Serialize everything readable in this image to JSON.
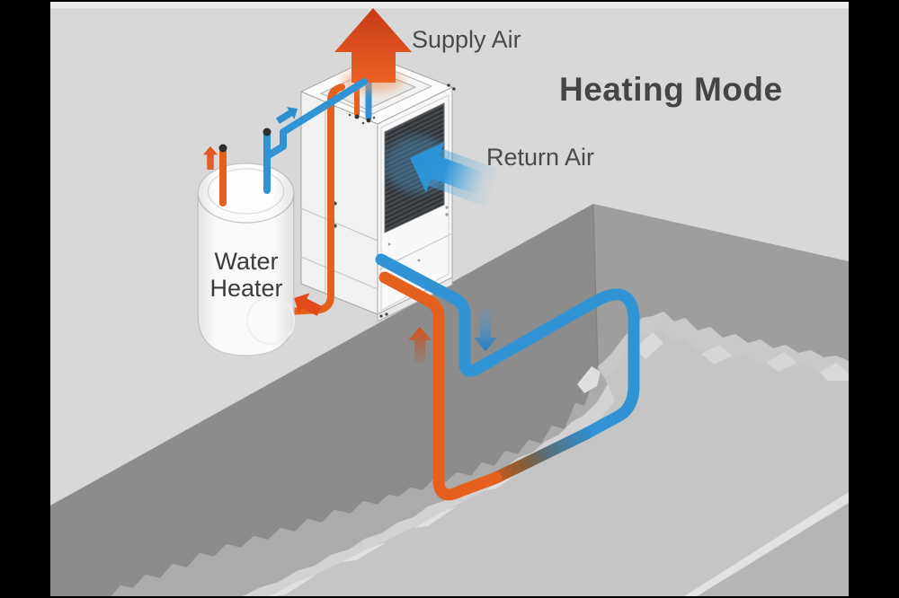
{
  "diagram": {
    "title": "Heating Mode",
    "labels": {
      "supply_air": "Supply Air",
      "return_air": "Return Air",
      "water_heater_line1": "Water",
      "water_heater_line2": "Heater"
    },
    "colors": {
      "hot_pipe": "#e55f1d",
      "cold_pipe": "#3094d4",
      "supply_arrow_top": "#c63a18",
      "supply_arrow_bottom": "#ed6125",
      "return_arrow": "#2a90d4",
      "title_text": "#454545",
      "label_text": "#4a4a4a",
      "surface": "#d8d8d8",
      "trench_wall_near": "#8c8c8c",
      "trench_wall_far": "#9e9e9e",
      "trench_floor": "#c5c5c5",
      "letterbox": "#000000"
    },
    "icons": [
      {
        "name": "supply-air-arrow-icon",
        "direction": "up",
        "color": "#d9451b"
      },
      {
        "name": "return-air-arrow-icon",
        "direction": "left",
        "color": "#2a90d4"
      },
      {
        "name": "loop-flow-down-arrow-icon",
        "direction": "down",
        "color": "#1f7fc6"
      },
      {
        "name": "loop-flow-up-arrow-icon",
        "direction": "up",
        "color": "#e24b16"
      },
      {
        "name": "pipe-flow-arrow-icon",
        "direction": "up-right",
        "color": "#2e8fd0"
      },
      {
        "name": "tank-outlet-arrow-icon",
        "direction": "up",
        "color": "#e2571f"
      },
      {
        "name": "tank-inlet-arrow-icon",
        "direction": "down-left",
        "color": "#e24a18"
      }
    ]
  }
}
